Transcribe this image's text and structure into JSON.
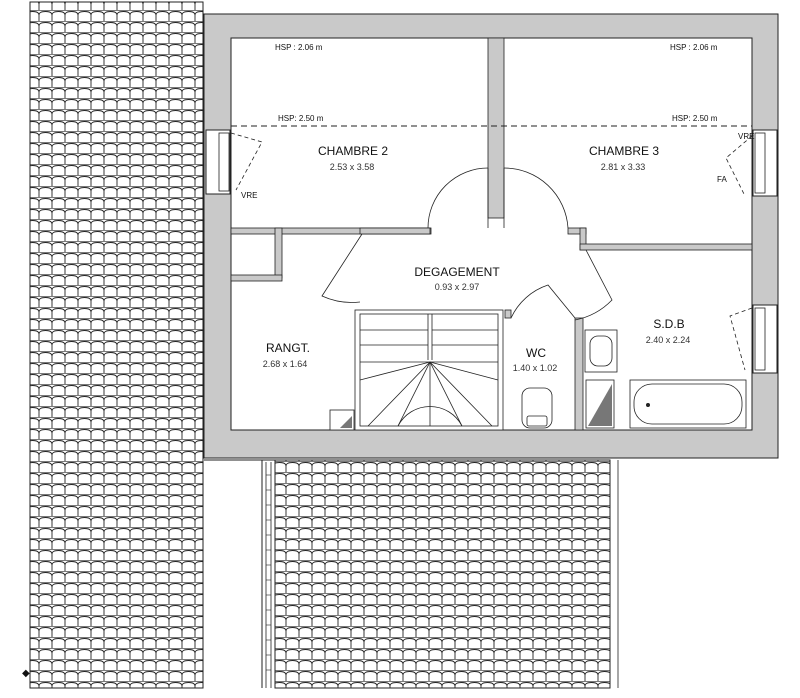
{
  "rooms": {
    "chambre2": {
      "name": "CHAMBRE 2",
      "dims": "2.53 x 3.58"
    },
    "chambre3": {
      "name": "CHAMBRE 3",
      "dims": "2.81 x 3.33"
    },
    "degagement": {
      "name": "DEGAGEMENT",
      "dims": "0.93 x 2.97"
    },
    "rangt": {
      "name": "RANGT.",
      "dims": "2.68 x 1.64"
    },
    "wc": {
      "name": "WC",
      "dims": "1.40 x 1.02"
    },
    "sdb": {
      "name": "S.D.B",
      "dims": "2.40 x 2.24"
    }
  },
  "ceiling_heights": {
    "left_low": "HSP : 2.06 m",
    "right_low": "HSP : 2.06 m",
    "left_high": "HSP: 2.50 m",
    "right_high": "HSP: 2.50 m"
  },
  "tags": {
    "vre_left": "VRE",
    "vre_right": "VRE",
    "fa": "FA"
  },
  "colors": {
    "wall": "#c9c9c9",
    "outline": "#222222",
    "background": "#ffffff"
  }
}
